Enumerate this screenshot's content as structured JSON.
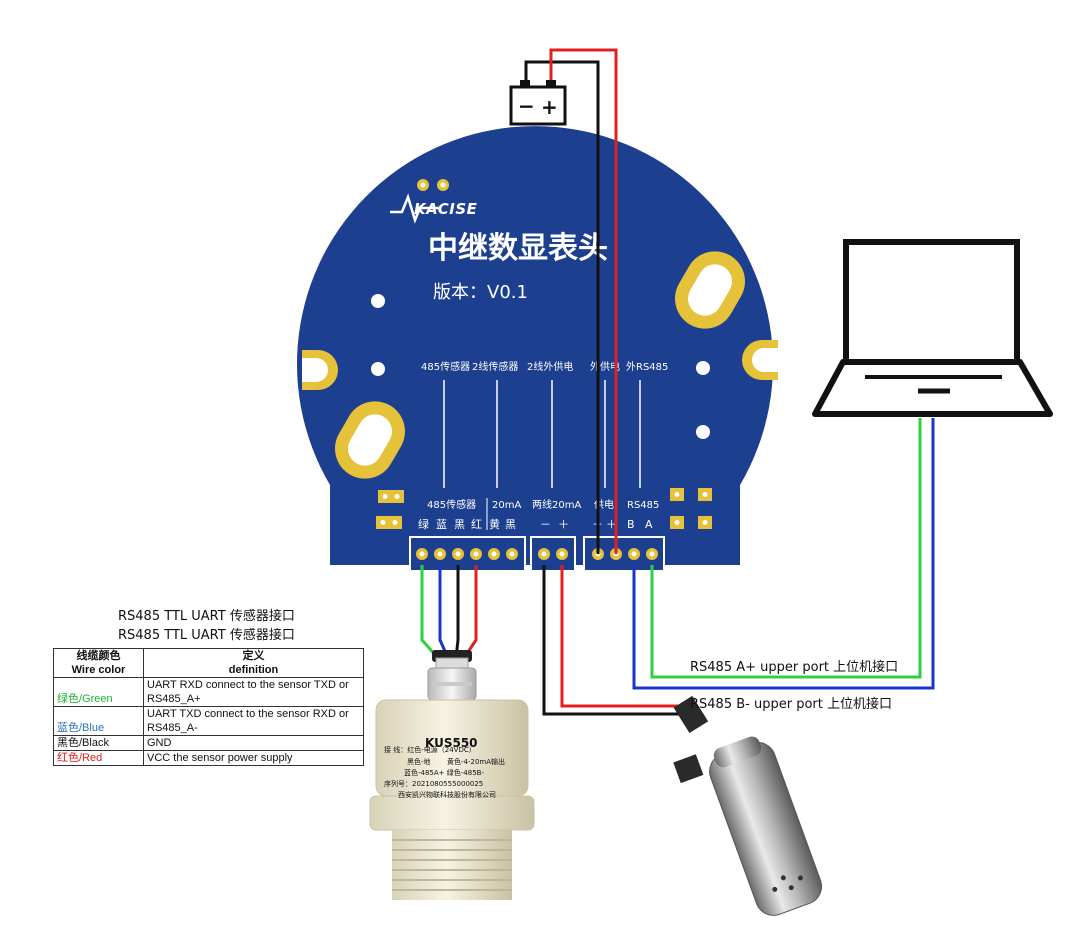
{
  "board": {
    "logo": "KACISE",
    "title": "中继数显表头",
    "version": "版本：V0.1",
    "section_labels": [
      "485传感器",
      "2线传感器",
      "2线外供电",
      "外供电",
      "外RS485"
    ],
    "lower_labels": {
      "sensor485": "485传感器",
      "ma20": "20mA",
      "twowire": "两线20mA",
      "power": "供电",
      "rs485": "RS485"
    },
    "pin_labels": [
      "绿",
      "蓝",
      "黑",
      "红",
      "黄",
      "黑",
      "－",
      "＋",
      "－",
      "＋",
      "B",
      "A"
    ]
  },
  "captions": {
    "line1": "RS485 TTL UART 传感器接口",
    "line2": "RS485 TTL UART 传感器接口"
  },
  "wire_table": {
    "headers": {
      "color_cn": "线缆颜色",
      "color_en": "Wire color",
      "def_cn": "定义",
      "def_en": "definition"
    },
    "rows": [
      {
        "color": "绿色/Green",
        "color_hex": "#1fae3a",
        "def": "UART RXD connect to the sensor TXD or RS485_A+"
      },
      {
        "color": "蓝色/Blue",
        "color_hex": "#2b6fb5",
        "def": "UART TXD connect to the sensor RXD or RS485_A-"
      },
      {
        "color": "黑色/Black",
        "color_hex": "#111111",
        "def": "GND"
      },
      {
        "color": "红色/Red",
        "color_hex": "#e02020",
        "def": "VCC the sensor power supply"
      }
    ]
  },
  "bus_labels": {
    "a_plus": "RS485 A+ upper port 上位机接口",
    "b_minus": "RS485 B- upper port  上位机接口"
  },
  "sensor": {
    "model": "KUS550",
    "line1": "接   线：红色-电源（24VDC）",
    "line2a": "黑色-地",
    "line2b": "黄色-4-20mA输出",
    "line3": "蓝色-485A+  绿色-485B-",
    "serial": "序列号：2021080555000025",
    "maker": "西安凯兴物联科技股份有限公司"
  },
  "battery": {
    "minus": "−",
    "plus": "+"
  },
  "colors": {
    "board": "#1d3f8f",
    "pad": "#e6c13a",
    "wire_red": "#e02020",
    "wire_black": "#111111",
    "wire_green": "#2bd13f",
    "wire_blue": "#1a35c8"
  }
}
